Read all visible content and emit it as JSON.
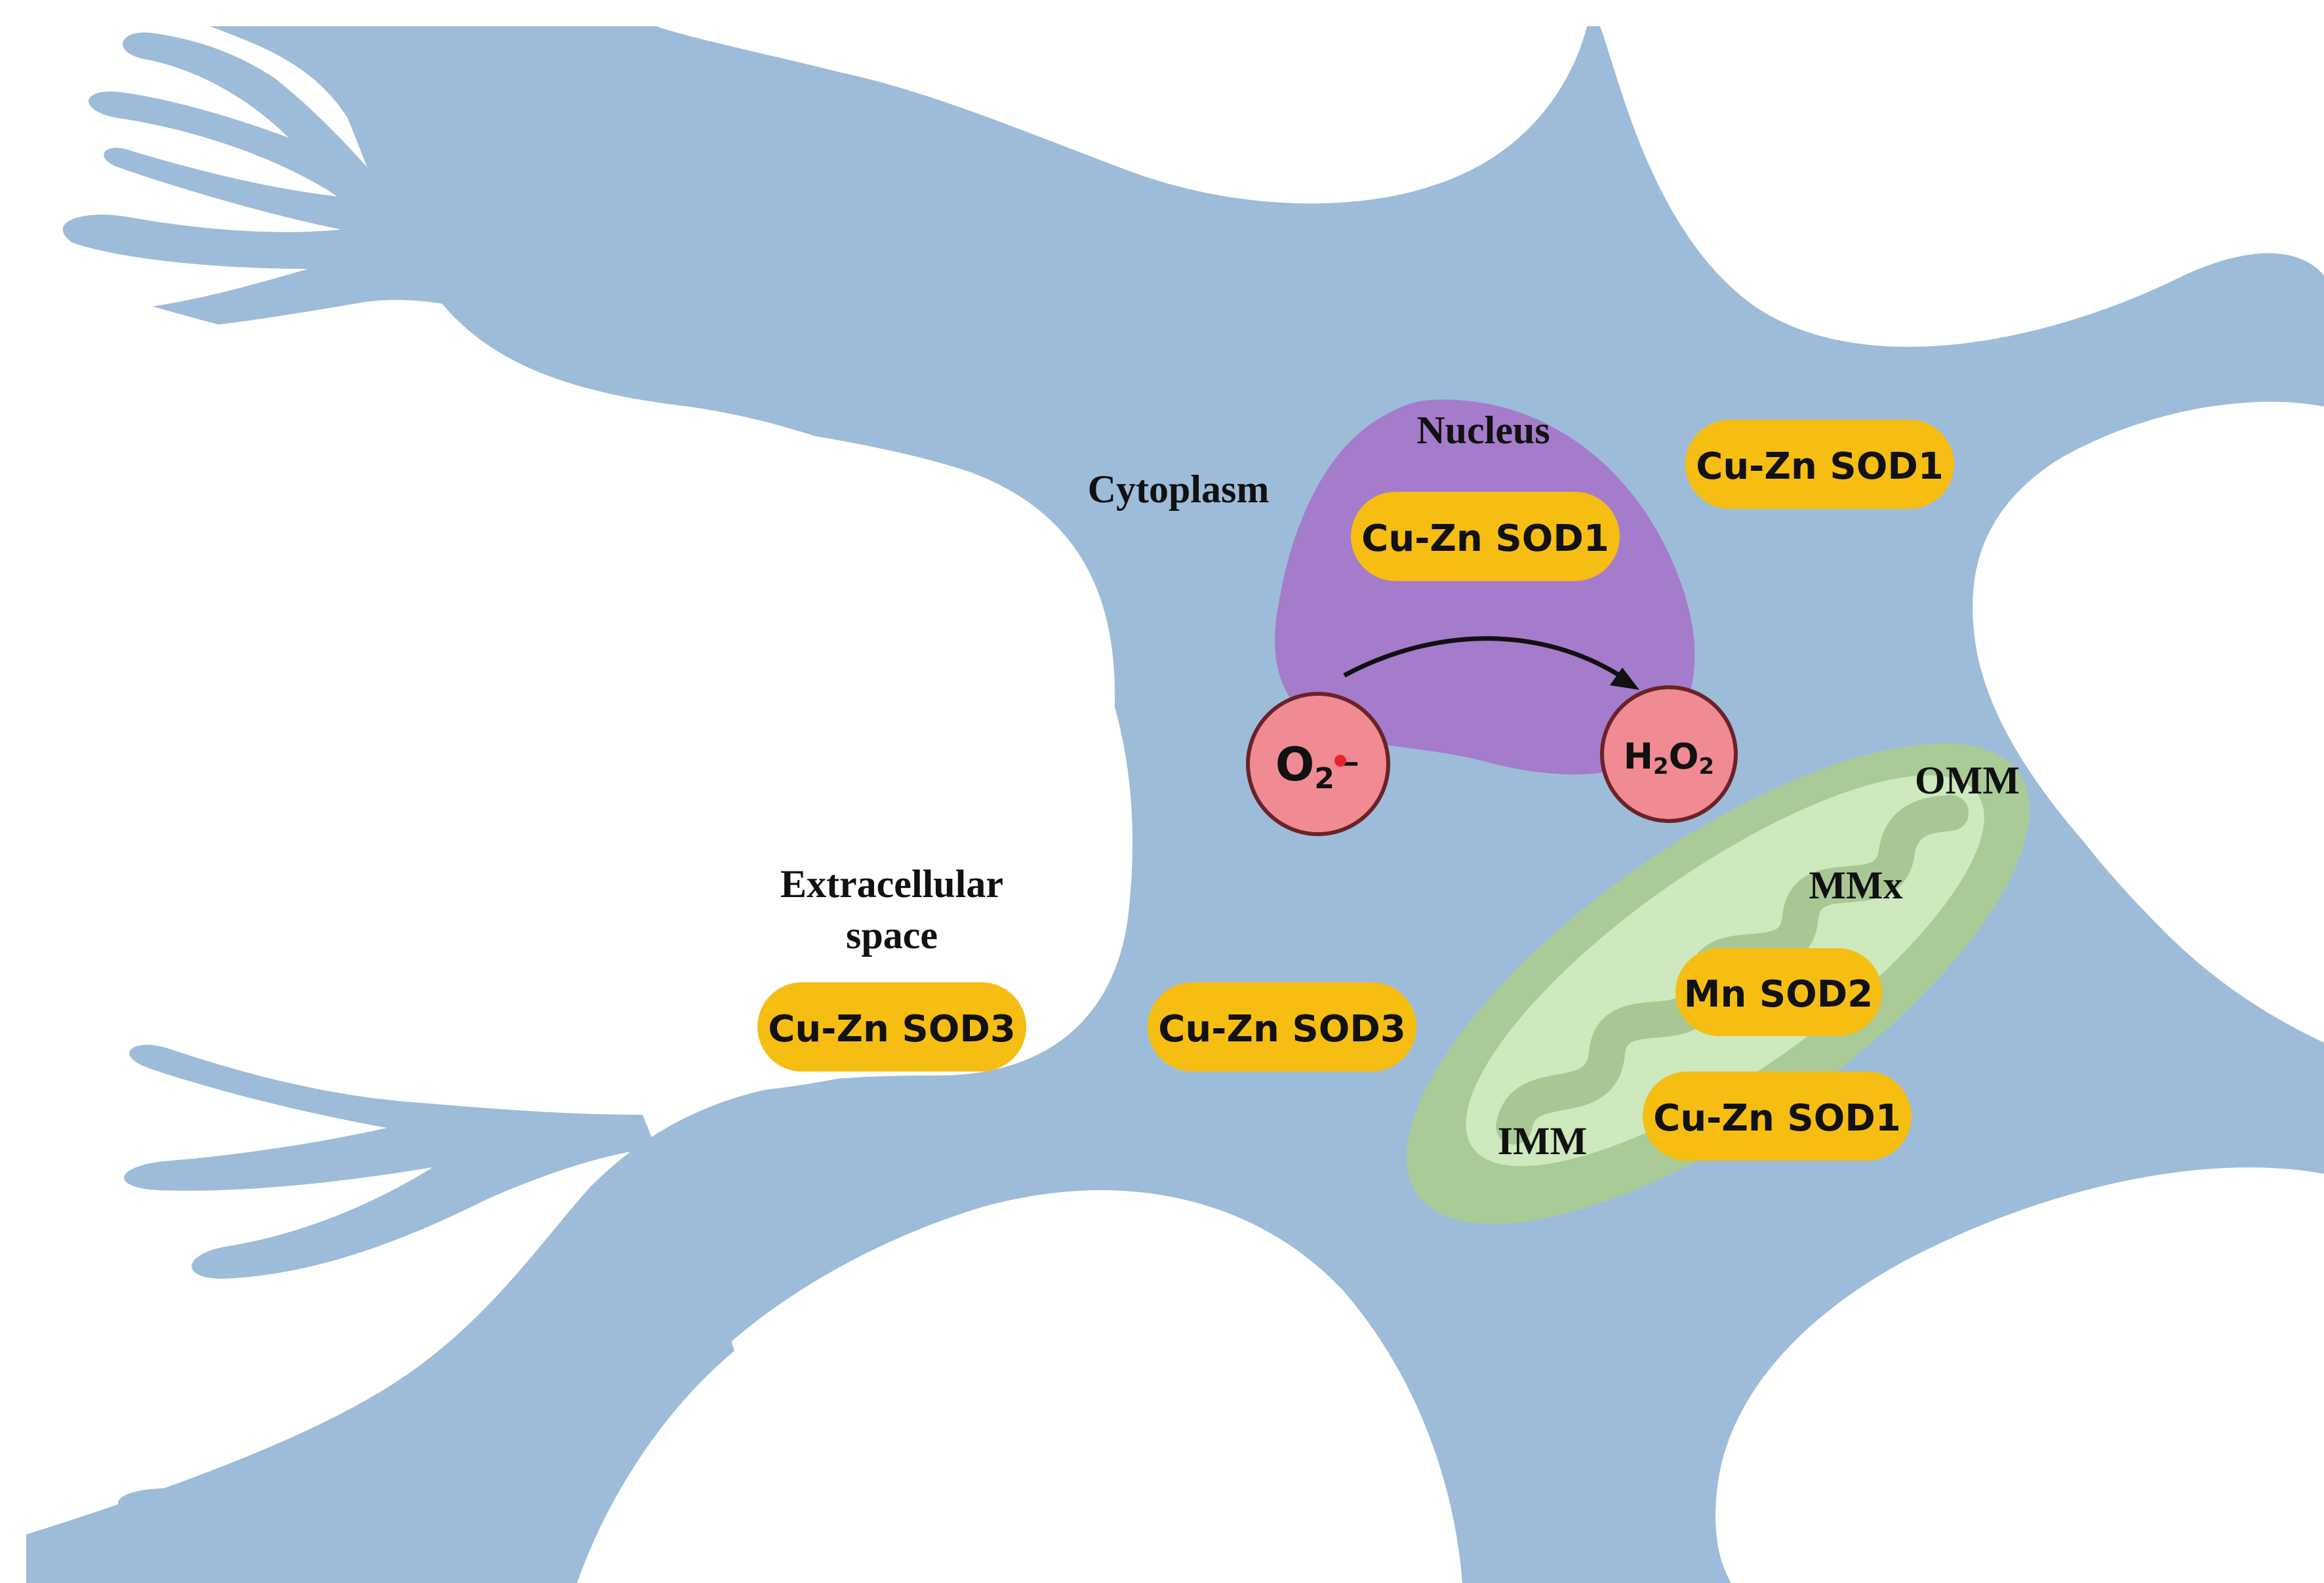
{
  "colors": {
    "cell": "#9dbcd9",
    "background": "#ffffff",
    "nucleus": "#a47ccb",
    "pill": "#f6bd12",
    "molecule_fill": "#f08a93",
    "molecule_stroke": "#6a2228",
    "radical_dot": "#e8232b",
    "mito_outer": "#aacb98",
    "mito_inner": "#cde9bd",
    "cristae": "#a9c794"
  },
  "labels": {
    "nucleus": "Nucleus",
    "cytoplasm": "Cytoplasm",
    "extracellular_line1": "Extracellular",
    "extracellular_line2": "space",
    "omm": "OMM",
    "mmx": "MMx",
    "imm": "IMM"
  },
  "enzymes": {
    "nucleus_sod1": "Cu-Zn SOD1",
    "cytoplasm_sod1": "Cu-Zn SOD1",
    "extracellular_sod3": "Cu-Zn SOD3",
    "membrane_sod3": "Cu-Zn SOD3",
    "mito_sod2": "Mn SOD2",
    "mito_sod1": "Cu-Zn SOD1"
  },
  "molecules": {
    "superoxide": {
      "base": "O",
      "sub": "2",
      "sup": "−",
      "radical_dot": true
    },
    "hydrogen_peroxide": {
      "h": "H",
      "h_sub": "2",
      "o": "O",
      "o_sub": "2"
    }
  },
  "reaction": {
    "from": "superoxide",
    "to": "hydrogen_peroxide",
    "arrow_icon": "curved-arrow-icon"
  }
}
